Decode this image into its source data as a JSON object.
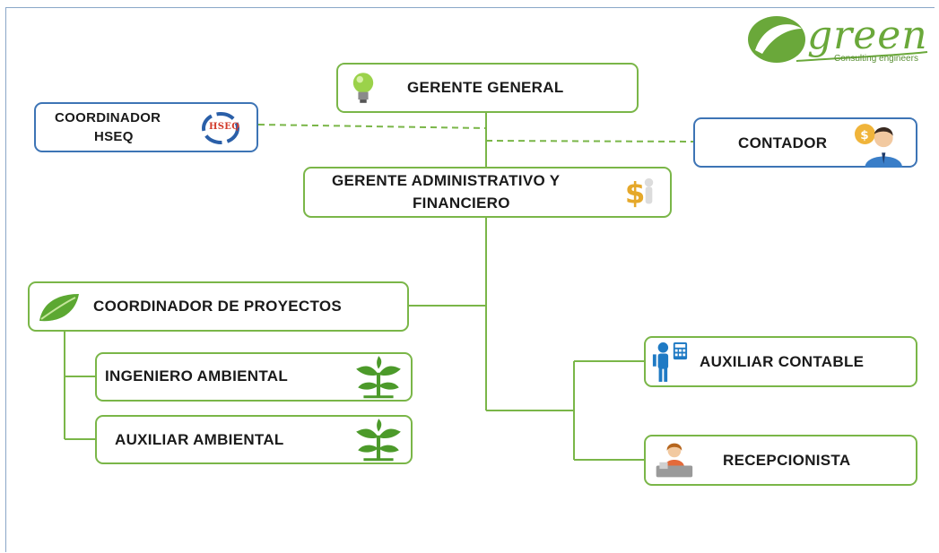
{
  "logo": {
    "word": "green",
    "subtitle": "Consulting engineers",
    "color": "#6aa83a"
  },
  "nodes": {
    "gerente_general": "GERENTE GENERAL",
    "coordinador_hseq_line1": "COORDINADOR",
    "coordinador_hseq_line2": "HSEQ",
    "hseq_badge": "HSEQ",
    "contador": "CONTADOR",
    "gerente_admin_line1": "GERENTE ADMINISTRATIVO Y",
    "gerente_admin_line2": "FINANCIERO",
    "coordinador_proyectos": "COORDINADOR DE PROYECTOS",
    "ingeniero_ambiental": "INGENIERO AMBIENTAL",
    "auxiliar_ambiental": "AUXILIAR AMBIENTAL",
    "auxiliar_contable": "AUXILIAR CONTABLE",
    "recepcionista": "RECEPCIONISTA"
  },
  "colors": {
    "green_border": "#7ab648",
    "blue_border": "#3d74b5",
    "connector": "#7ab648"
  },
  "icons": {
    "gerente_general": "lightbulb-icon",
    "coordinador_hseq": "hseq-cycle-icon",
    "contador": "accountant-icon",
    "gerente_admin": "dollar-figure-icon",
    "coordinador_proyectos": "leaf-icon",
    "ingeniero_ambiental": "plant-icon",
    "auxiliar_ambiental": "plant-icon",
    "auxiliar_contable": "calculator-person-icon",
    "recepcionista": "receptionist-icon"
  }
}
